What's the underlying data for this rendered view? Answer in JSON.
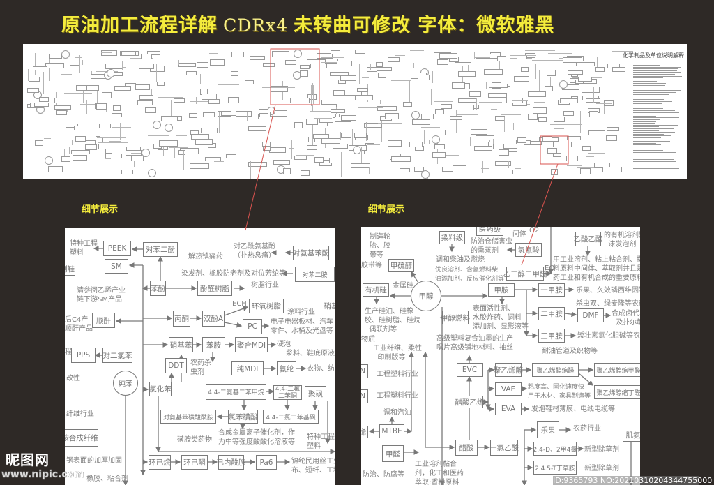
{
  "title": {
    "part1": "原油加工流程详解",
    "part2": "CDRx4",
    "part3": "未转曲可修改  字体：微软雅黑"
  },
  "overview": {
    "legend_title": "化学制品及单位说明解释"
  },
  "section_labels": {
    "left": "细节展示",
    "right": "细节展示"
  },
  "left_panel": {
    "nodes": {
      "peek": "PEEK",
      "hydroquinone": "对苯二酚",
      "sm": "SM",
      "shoe": "制鞋",
      "phenol": "苯酚",
      "phenolic": "酚醛树脂",
      "aminophenol": "对氨基苯酚",
      "ppd": "对苯二胺",
      "acetone": "丙酮",
      "bpa": "双酚A",
      "epoxy": "环氧树脂",
      "nitro_partial": "硝基",
      "pc": "PC",
      "maleic": "顺酐",
      "nitrobenzene": "硝基苯",
      "aniline": "苯胺",
      "pmdi": "聚合MDI",
      "pps": "PPS",
      "dcb": "对二氯苯",
      "ddt": "DDT",
      "pure_mdi": "纯MDI",
      "spandex": "氨纶",
      "benzene": "纯苯",
      "chlorobenzene": "氯化苯",
      "mda": "4.4-二氨基二苯甲烷",
      "dfbp": "4.4-二氟\n二苯酮",
      "psu": "聚砜",
      "sulfanilamide": "对氨基苯磺酸酰胺",
      "cbsa": "氯苯磺酸",
      "dcdps": "4.4-二氯二苯基砜",
      "fiber_box": "胺合成纤维",
      "cyclohexane": "环已烷",
      "cyclohexanone": "环己酮",
      "caprolactam": "已内酰胺",
      "pa6": "Pa6"
    },
    "texts": {
      "special_plastic": "特种工程\n塑料",
      "sm_ref": "请参阅乙烯产业\n链下游SM产品",
      "resin_industry": "树脂行业",
      "paracetamol": "对乙酰氨基酚\n（扑热息痛）",
      "analgesic": "解热镇痛药",
      "dye": "染发剂、橡胶防老剂及对位芳纶等",
      "ech": "ECH",
      "coating": "涂料行业",
      "electronics": "电子电器板材、汽车\n零件、水桶及光盘等",
      "c4": "后C4产\n顺酐产品",
      "rigid_foam": "硬泡",
      "slurry": "浆料、鞋底原液",
      "cheng": "程",
      "pesticide": "农药杀\n虫剂",
      "clothing": "衣物、纺织",
      "modify": "改性",
      "fiber_industry": "纤维行业",
      "sulfa_drugs": "磺胺类药物",
      "catalyst": "合成金属离子催化剂，作\n为中等强度酸酸化溶液等",
      "special_plastic2": "特种工程\n塑料",
      "steel": "钢表面的加厚加固",
      "nylon": "锦纶民用丝工业\n布、短纤、工程",
      "rubber": "橡胶、粘合剂"
    }
  },
  "right_panel": {
    "nodes": {
      "methyl_mercaptan": "甲硫醇",
      "silicone": "有机硅",
      "methanol": "甲醇",
      "dye_grade": "染料级",
      "pharma_grade": "医药级",
      "hcn": "氢氰酸",
      "ethyl_acetate": "乙酸乙酯",
      "dme_glycol": "乙二醇二甲醚",
      "methylamine": "甲胺",
      "methanol_fuel": "甲醇燃料",
      "mma1": "一甲胺",
      "dma": "二甲胺",
      "dmf": "DMF",
      "tma": "三甲胺",
      "evc": "EVC",
      "pva": "聚乙烯醇",
      "pvac": "聚乙烯醇缩醛",
      "pvf": "聚乙烯醇缩甲醛",
      "pvb": "聚乙烯醇缩丁醛",
      "n1": "N",
      "n2": "N",
      "vae": "VAE",
      "vac": "醋酸乙烯",
      "eva": "EVA",
      "mtbe": "MTBE",
      "ene": "烯",
      "dimethoate": "乐果",
      "creatine": "肌氨",
      "formaldehyde": "甲醛",
      "acetic": "醋酸",
      "mca": "一氯乙酸",
      "d24": "2.4-D、2甲4氯",
      "t245": "2.4.5-T丁草胺"
    },
    "texts": {
      "tire": "制造轮\n胎、胶\n带等",
      "belt": "胶带等",
      "metal_si": "金属硅",
      "silicone_use": "生产硅油、硅橡\n胶、硅树脂、硅烷\n  偶联剂等",
      "matter": "物质",
      "diesel": "调和柴油及燃烧",
      "intermediate": "间体",
      "o2": "O2",
      "fumigant": "防治仓储害虫\n的熏蒸剂",
      "organic_solvent": "的有机溶剂聚\n  沫发泡剂",
      "solvent": "优良溶剂、含氢燃料柴\n油添加剂、反应催化剂等",
      "eo": "EO",
      "industrial_solvent": "用工业溶剂、粘上粘合剂、提取剂\n料原料中间体、萃取剂并且是\n药工业和有机合成的重要原料",
      "surfactant": "表面活性剂、\n水胶炸药、饲料\n添加剂、显影液等",
      "pesticide1": "乐果、久效磷西维因等农",
      "pesticide2": "杀虫双、绿麦隆等农药",
      "halide": "合成卤代、\n  及扑尔敏",
      "pesticide3": "矮壮素氯化胆碱等农药",
      "ink": "高级塑料复合油墨的生产\n唱片高级铺地材料、抽丝",
      "fiber": "工业纤维、柔性\n  印刷版等",
      "oil_pipe": "耐油管道及织物等",
      "eng_plastic1": "工程塑料行业",
      "eng_plastic2": "工程塑料行业",
      "vae_use": "粘度高、固化速度快\n用于木材、家具制造等",
      "eva_use": "发泡鞋材薄膜、电线电缆等",
      "gasoline": "调和汽油",
      "pesticide_industry": "农药行业",
      "herbicide": "新型除草剂",
      "herbicide2": "新型除草剂",
      "anticorrosion": "防治、防腐等",
      "solvent2": "工业溶剂黏合\n剂，化工和医药\n萃取:香料原料"
    }
  },
  "watermark": {
    "logo": "昵图网",
    "url": "www.nipic.com",
    "id": "ID:9365793 NO:20210310204344755000"
  },
  "colors": {
    "background": "#2e2926",
    "title": "#f4ec3c",
    "highlight": "#d9534f"
  }
}
